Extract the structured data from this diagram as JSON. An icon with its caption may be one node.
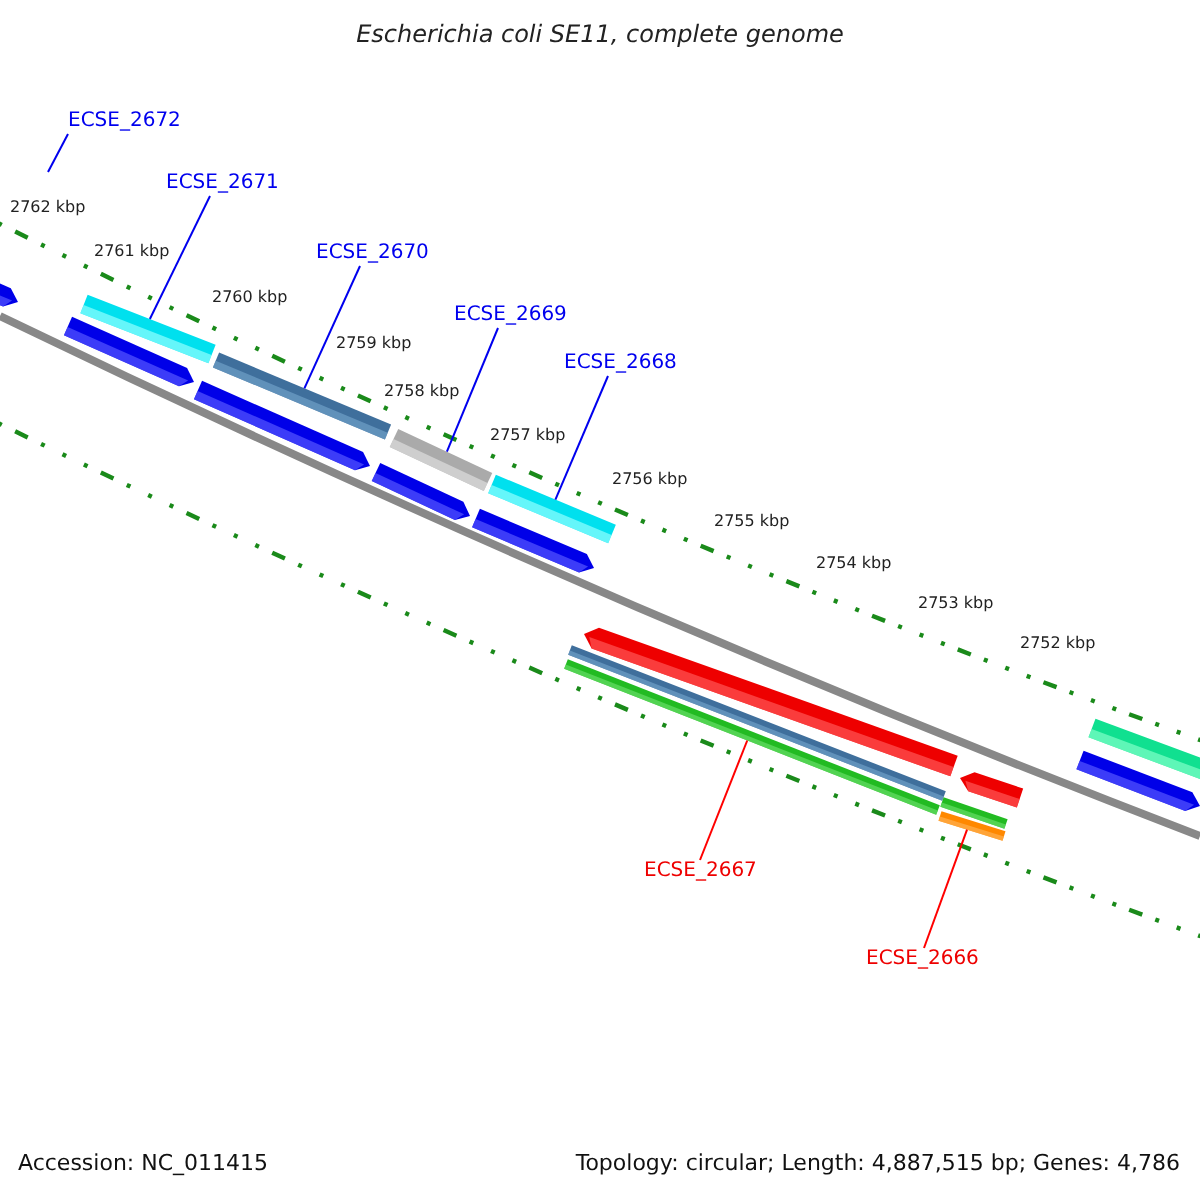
{
  "diagram": {
    "title": "Escherichia coli SE11, complete genome",
    "nodes": [
      {
        "text": [
          "ECSE_2672"
        ]
      },
      {
        "text": [
          "ECSE_2671"
        ]
      },
      {
        "text": [
          "ECSE_2670"
        ]
      },
      {
        "text": [
          "ECSE_2669"
        ]
      },
      {
        "text": [
          "ECSE_2668"
        ]
      },
      {
        "text": [
          "ECSE_2667"
        ]
      },
      {
        "text": [
          "ECSE_2666"
        ]
      },
      {
        "text": [],
        "shape": "bar"
      },
      {
        "text": [],
        "shape": "bar"
      },
      {
        "text": [],
        "shape": "bar"
      },
      {
        "text": [],
        "shape": "bar"
      },
      {
        "text": [],
        "shape": "bar"
      },
      {
        "text": [],
        "shape": "bar"
      }
    ],
    "edges": [
      {
        "from": 0,
        "to": null,
        "arrow": "none"
      },
      {
        "from": 1,
        "to": 7,
        "arrow": "none"
      },
      {
        "from": 2,
        "to": 8,
        "arrow": "none"
      },
      {
        "from": 3,
        "to": 9,
        "arrow": "none"
      },
      {
        "from": 4,
        "to": 10,
        "arrow": "none"
      },
      {
        "from": 5,
        "to": 11,
        "arrow": "none",
        "color": "#ff0000"
      },
      {
        "from": 6,
        "to": 12,
        "arrow": "none",
        "color": "#ff0000"
      }
    ],
    "labels": [
      "2762 kbp",
      "2761 kbp",
      "2760 kbp",
      "2759 kbp",
      "2758 kbp",
      "2757 kbp",
      "2756 kbp",
      "2755 kbp",
      "2754 kbp",
      "2753 kbp",
      "2752 kbp",
      "Accession: NC_011415",
      "Topology: circular; Length: 4,887,515 bp; Genes: 4,786"
    ]
  }
}
